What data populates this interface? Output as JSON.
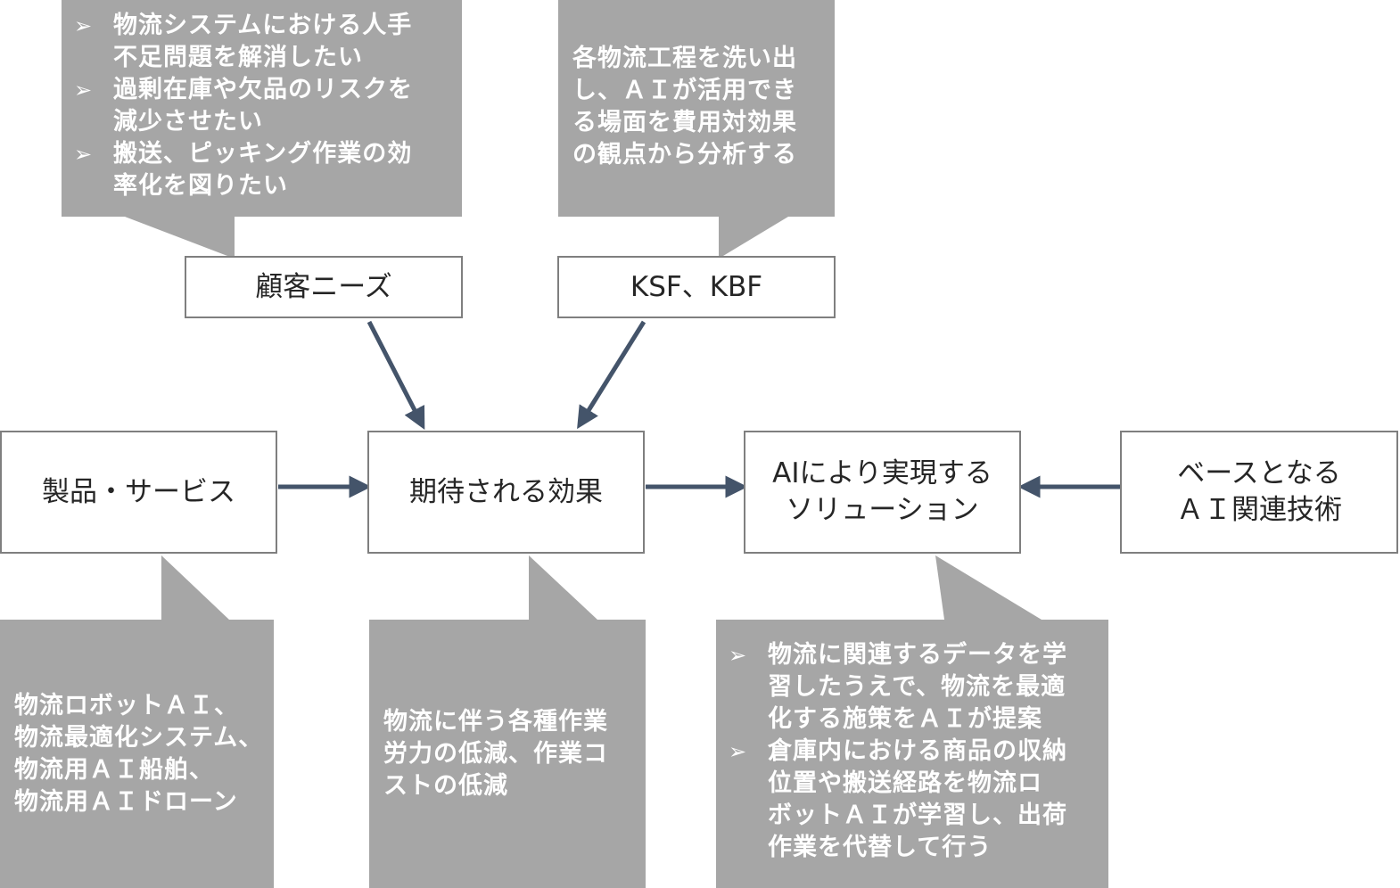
{
  "colors": {
    "callout_fill": "#a6a6a6",
    "callout_text": "#ffffff",
    "box_border": "#7f7f7f",
    "box_text": "#262626",
    "arrow": "#44546a"
  },
  "icons": {
    "bullet": "arrowhead-bullet-icon",
    "bullet_glyph": "➢"
  },
  "nodes": {
    "customer_needs": "顧客ニーズ",
    "ksf_kbf": "KSF、KBF",
    "product_service": "製品・サービス",
    "expected_effect": "期待される効果",
    "ai_solution": [
      "AIにより実現する",
      "ソリューション"
    ],
    "base_ai_tech": [
      "ベースとなる",
      "ＡＩ関連技術"
    ]
  },
  "callouts": {
    "customer_needs": [
      [
        "物流システムにおける人手",
        "不足問題を解消したい"
      ],
      [
        "過剰在庫や欠品のリスクを",
        "減少させたい"
      ],
      [
        "搬送、ピッキング作業の効",
        "率化を図りたい"
      ]
    ],
    "ksf_kbf": [
      "各物流工程を洗い出",
      "し、ＡＩが活用でき",
      "る場面を費用対効果",
      "の観点から分析する"
    ],
    "product_service": [
      "物流ロボットＡＩ、",
      "物流最適化システム、",
      "物流用ＡＩ船舶、",
      "物流用ＡＩドローン"
    ],
    "expected_effect": [
      "物流に伴う各種作業",
      "労力の低減、作業コ",
      "ストの低減"
    ],
    "ai_solution": [
      [
        "物流に関連するデータを学",
        "習したうえで、物流を最適",
        "化する施策をＡＩが提案"
      ],
      [
        "倉庫内における商品の収納",
        "位置や搬送経路を物流ロ",
        "ボットＡＩが学習し、出荷",
        "作業を代替して行う"
      ]
    ]
  }
}
